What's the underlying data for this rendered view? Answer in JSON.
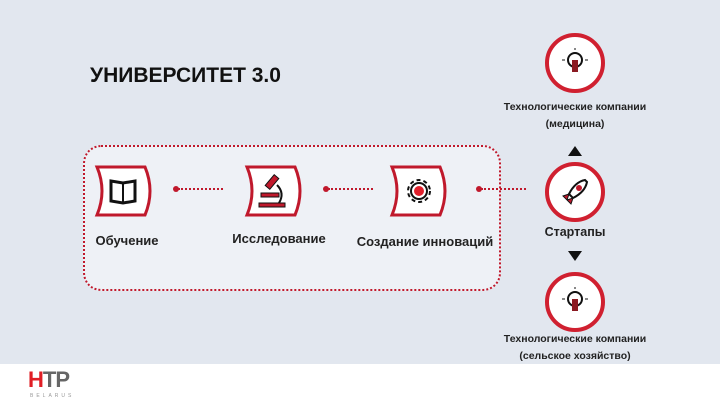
{
  "title": "УНИВЕРСИТЕТ 3.0",
  "steps": [
    {
      "label": "Обучение",
      "icon": "book-icon"
    },
    {
      "label": "Исследование",
      "icon": "microscope-icon"
    },
    {
      "label": "Создание инноваций",
      "icon": "gear-icon"
    }
  ],
  "outcomes": {
    "top": {
      "line1": "Технологические компании",
      "line2": "(медицина)",
      "icon": "lightbulb-icon"
    },
    "middle": {
      "label": "Стартапы",
      "icon": "rocket-icon"
    },
    "bottom": {
      "line1": "Технологические компании",
      "line2": "(сельское хозяйство)",
      "icon": "lightbulb-icon"
    }
  },
  "logo": {
    "text": "HTP",
    "subtext": "BELARUS"
  },
  "colors": {
    "accent": "#d02030",
    "background": "#e2e7ef"
  }
}
